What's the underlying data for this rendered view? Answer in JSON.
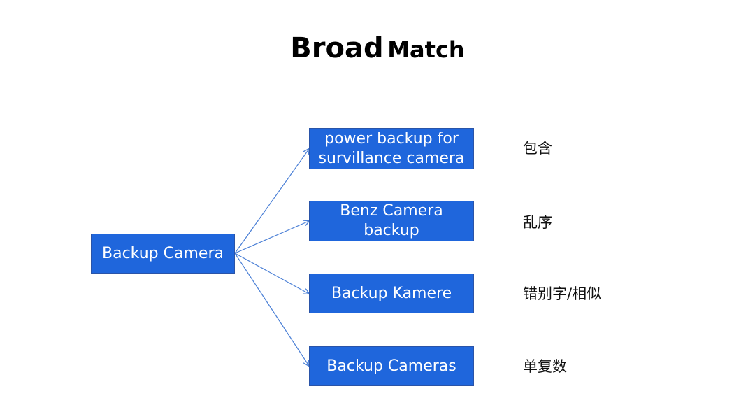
{
  "title": {
    "part1": "Broad",
    "part2": "Match"
  },
  "root": {
    "label": "Backup Camera"
  },
  "branches": [
    {
      "label": "power backup for survillance camera",
      "note": "包含"
    },
    {
      "label": "Benz Camera backup",
      "note": "乱序"
    },
    {
      "label": "Backup Kamere",
      "note": "错别字/相似"
    },
    {
      "label": "Backup Cameras",
      "note": "单复数"
    }
  ],
  "colors": {
    "node_fill": "#1f66dc",
    "node_border": "#2a54a8",
    "connector": "#4a7fd6"
  }
}
